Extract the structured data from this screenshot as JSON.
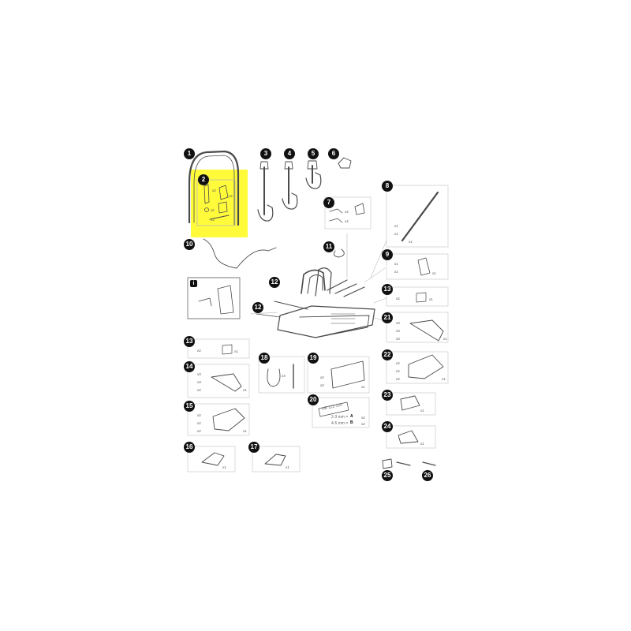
{
  "highlight_color": "#fffb3b",
  "ink_color": "#4a4a4a",
  "box_color": "#d5d5d5",
  "parts": {
    "1": "1",
    "2": "2",
    "3": "3",
    "4": "4",
    "5": "5",
    "6": "6",
    "7": "7",
    "8": "8",
    "9": "9",
    "10": "10",
    "11": "11",
    "12a": "12",
    "12b": "12",
    "13a": "13",
    "13b": "13",
    "14": "14",
    "15": "15",
    "16": "16",
    "17": "17",
    "18": "18",
    "19": "19",
    "20": "20",
    "21": "21",
    "22": "22",
    "23": "23",
    "24": "24",
    "25": "25",
    "26": "26"
  },
  "info_label": "i",
  "quantities": {
    "p2_a": "x2",
    "p2_b": "x2",
    "p2_c": "x2",
    "p2_d": "x2",
    "p7_a": "x4",
    "p7_b": "x4",
    "p8_a": "x1",
    "p8_b": "x1",
    "p8_c": "x1",
    "p9_a": "x1",
    "p9_b": "x1",
    "p9_c": "x1",
    "p13r_a": "x2",
    "p13r_b": "x1",
    "p21_a": "x3",
    "p21_b": "x3",
    "p21_c": "x3",
    "p21_d": "x1",
    "p22_a": "x2",
    "p22_b": "x2",
    "p22_c": "x2",
    "p22_d": "x1",
    "p23": "x1",
    "p24": "x1",
    "p13l_a": "x2",
    "p13l_b": "x1",
    "p14_a": "x3",
    "p14_b": "x3",
    "p14_c": "x2",
    "p14_d": "x1",
    "p15_a": "x2",
    "p15_b": "x2",
    "p15_c": "x2",
    "p15_d": "x1",
    "p16": "x1",
    "p17": "x1",
    "p18": "x4",
    "p19_a": "x2",
    "p19_b": "x2",
    "p19_c": "x1",
    "p20_a": "x2",
    "p20_b": "x2"
  },
  "plate": {
    "text": "AB 123 120",
    "row_a": "2-3 mm =",
    "row_b": "4-5 mm =",
    "letter_a": "A",
    "letter_b": "B"
  }
}
